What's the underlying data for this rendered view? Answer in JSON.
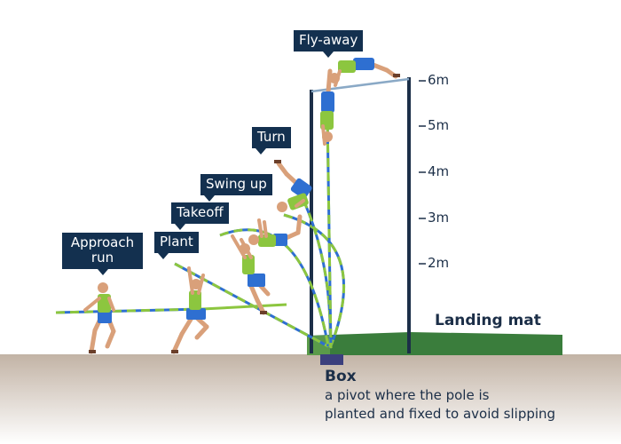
{
  "stages": {
    "approach_run": "Approach\nrun",
    "plant": "Plant",
    "takeoff": "Takeoff",
    "swing_up": "Swing up",
    "turn": "Turn",
    "fly_away": "Fly-away"
  },
  "height_scale": [
    "6m",
    "5m",
    "4m",
    "3m",
    "2m"
  ],
  "landing_mat": "Landing mat",
  "box": {
    "title": "Box",
    "description_line1": "a pivot where the pole is",
    "description_line2": "planted and fixed to avoid slipping"
  },
  "colors": {
    "label_bg": "#13304f",
    "ground": "#c2b3a5",
    "mat": "#3a7d3c",
    "uprights": "#1c2f48",
    "pole": "#8cc63f",
    "shirt": "#8cc63f",
    "shorts": "#2e6fd1",
    "skin": "#d9a07a",
    "box": "#3b3f7d"
  }
}
